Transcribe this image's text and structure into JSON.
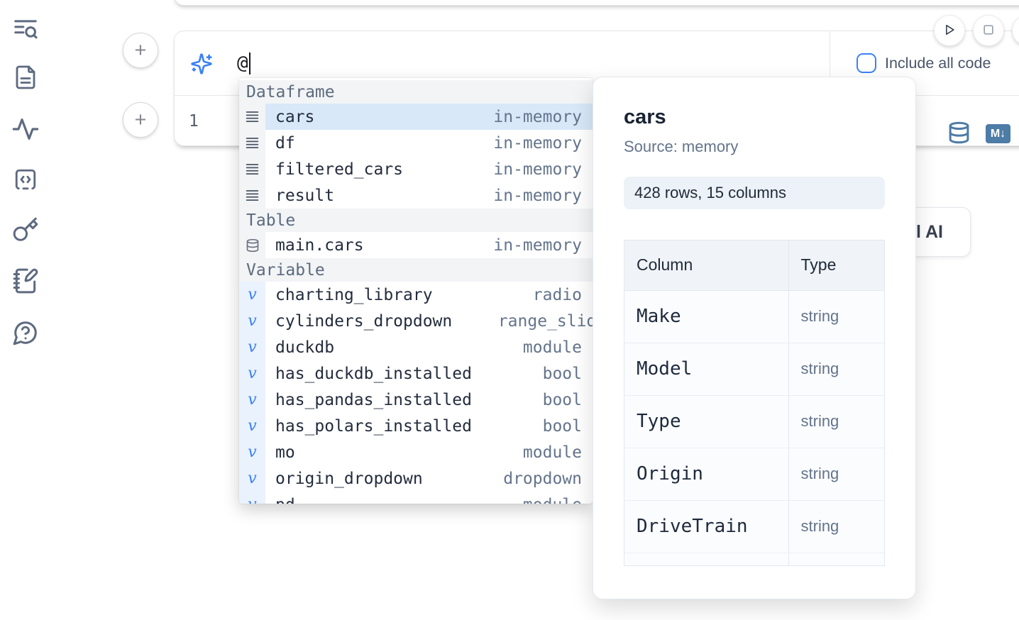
{
  "sidebar": {
    "items": [
      {
        "icon": "text-search-icon"
      },
      {
        "icon": "file-document-icon"
      },
      {
        "icon": "activity-icon"
      },
      {
        "icon": "code-snippets-icon"
      },
      {
        "icon": "key-icon"
      },
      {
        "icon": "notebook-pen-icon"
      },
      {
        "icon": "help-chat-icon"
      }
    ]
  },
  "run_controls": {
    "buttons": [
      {
        "icon": "play-icon"
      },
      {
        "icon": "stop-icon"
      },
      {
        "icon": "clipped-button"
      }
    ]
  },
  "prompt_cell": {
    "add_button_label": "+",
    "ai_icon": "sparkles-icon",
    "input_value": "@",
    "include_all_code": {
      "label": "Include all code",
      "checked": false
    },
    "line_number": "1",
    "actions": {
      "database_icon": "database-icon",
      "markdown_label": "M↓"
    }
  },
  "ai_button": {
    "label": "l AI"
  },
  "autocomplete": {
    "sections": [
      {
        "label": "Dataframe",
        "items": [
          {
            "name": "cars",
            "type": "in-memory",
            "icon": "rows-icon",
            "selected": true
          },
          {
            "name": "df",
            "type": "in-memory",
            "icon": "rows-icon"
          },
          {
            "name": "filtered_cars",
            "type": "in-memory",
            "icon": "rows-icon"
          },
          {
            "name": "result",
            "type": "in-memory",
            "icon": "rows-icon"
          }
        ]
      },
      {
        "label": "Table",
        "items": [
          {
            "name": "main.cars",
            "type": "in-memory",
            "icon": "database-icon"
          }
        ]
      },
      {
        "label": "Variable",
        "items": [
          {
            "name": "charting_library",
            "type": "radio",
            "icon": "variable-icon"
          },
          {
            "name": "cylinders_dropdown",
            "type": "range_slider",
            "icon": "variable-icon",
            "type_clipped": true
          },
          {
            "name": "duckdb",
            "type": "module",
            "icon": "variable-icon"
          },
          {
            "name": "has_duckdb_installed",
            "type": "bool",
            "icon": "variable-icon"
          },
          {
            "name": "has_pandas_installed",
            "type": "bool",
            "icon": "variable-icon"
          },
          {
            "name": "has_polars_installed",
            "type": "bool",
            "icon": "variable-icon"
          },
          {
            "name": "mo",
            "type": "module",
            "icon": "variable-icon"
          },
          {
            "name": "origin_dropdown",
            "type": "dropdown",
            "icon": "variable-icon"
          },
          {
            "name": "pd",
            "type": "module",
            "icon": "variable-icon",
            "partial": true
          }
        ]
      }
    ]
  },
  "popover": {
    "title": "cars",
    "source": "Source: memory",
    "shape": "428 rows, 15 columns",
    "table": {
      "headers": {
        "column": "Column",
        "type": "Type"
      },
      "rows": [
        {
          "column": "Make",
          "type": "string"
        },
        {
          "column": "Model",
          "type": "string"
        },
        {
          "column": "Type",
          "type": "string"
        },
        {
          "column": "Origin",
          "type": "string"
        },
        {
          "column": "DriveTrain",
          "type": "string"
        }
      ]
    }
  },
  "colors": {
    "accent_blue": "#3b82f6",
    "steel_blue": "#4d7ca6",
    "selection_blue": "#d8e8f9"
  }
}
